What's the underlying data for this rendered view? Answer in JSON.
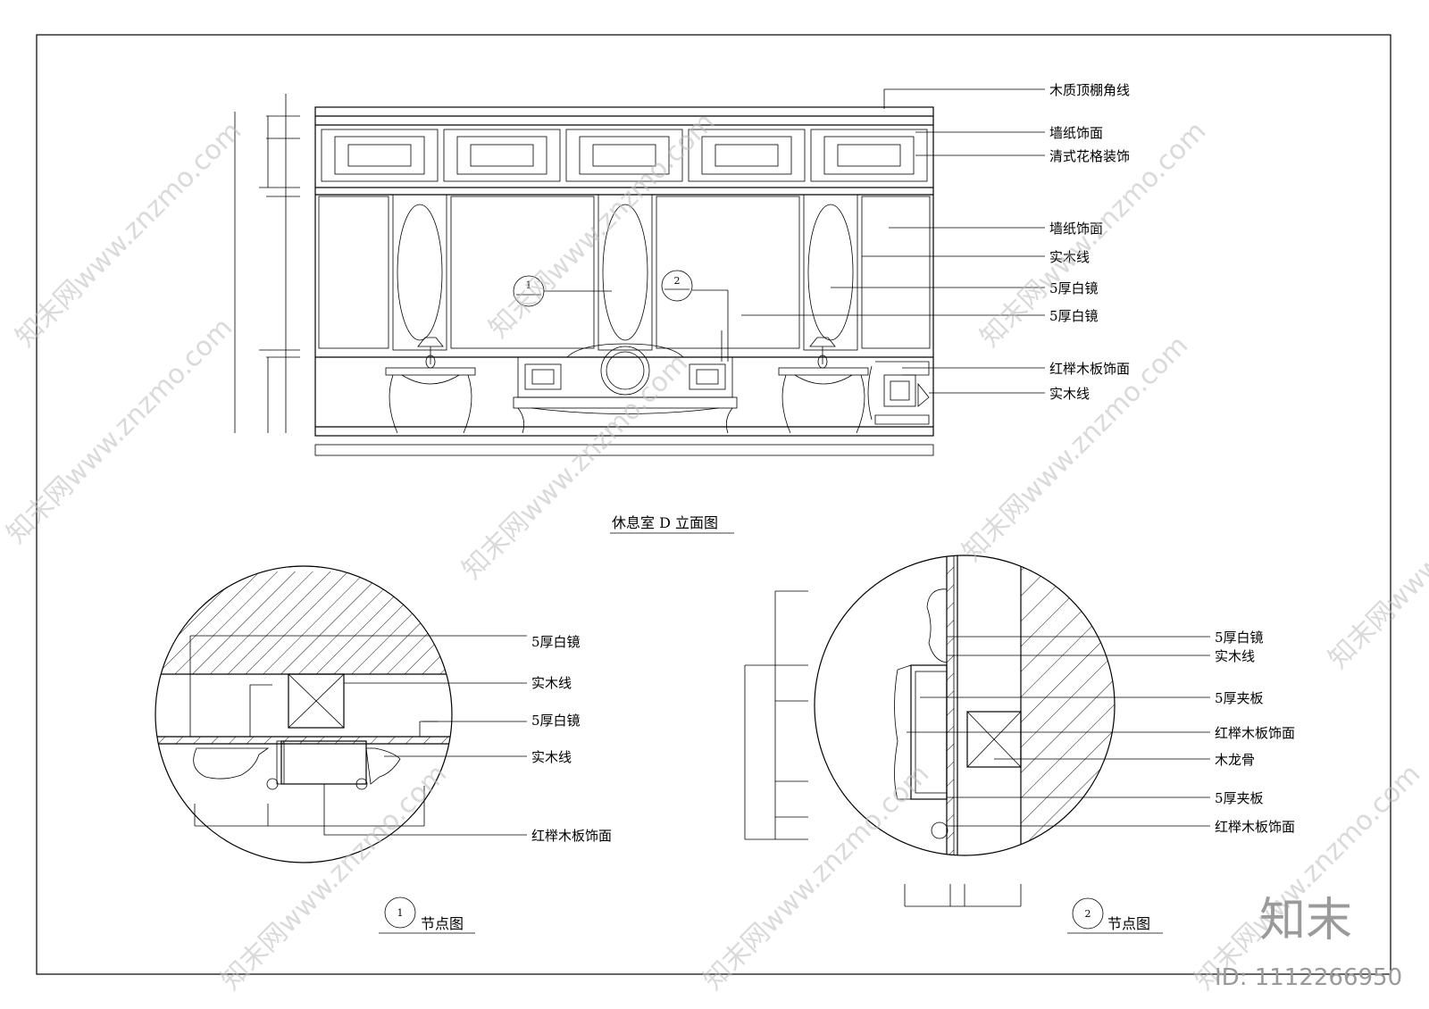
{
  "elevation": {
    "title": "休息室 D 立面图",
    "callouts": [
      "木质顶棚角线",
      "墙纸饰面",
      "清式花格装饰",
      "墙纸饰面",
      "实木线",
      "5厚白镜",
      "5厚白镜",
      "红榉木板饰面",
      "实木线"
    ],
    "marker_1": "1",
    "marker_2": "2"
  },
  "detail_1": {
    "number": "1",
    "title": "节点图",
    "callouts": [
      "5厚白镜",
      "实木线",
      "5厚白镜",
      "实木线",
      "红榉木板饰面"
    ]
  },
  "detail_2": {
    "number": "2",
    "title": "节点图",
    "callouts": [
      "5厚白镜",
      "实木线",
      "5厚夹板",
      "红榉木板饰面",
      "木龙骨",
      "5厚夹板",
      "红榉木板饰面"
    ]
  },
  "watermark": {
    "text": "知末网www.znzmo.com",
    "logo": "知末",
    "id": "ID: 1112266950"
  }
}
